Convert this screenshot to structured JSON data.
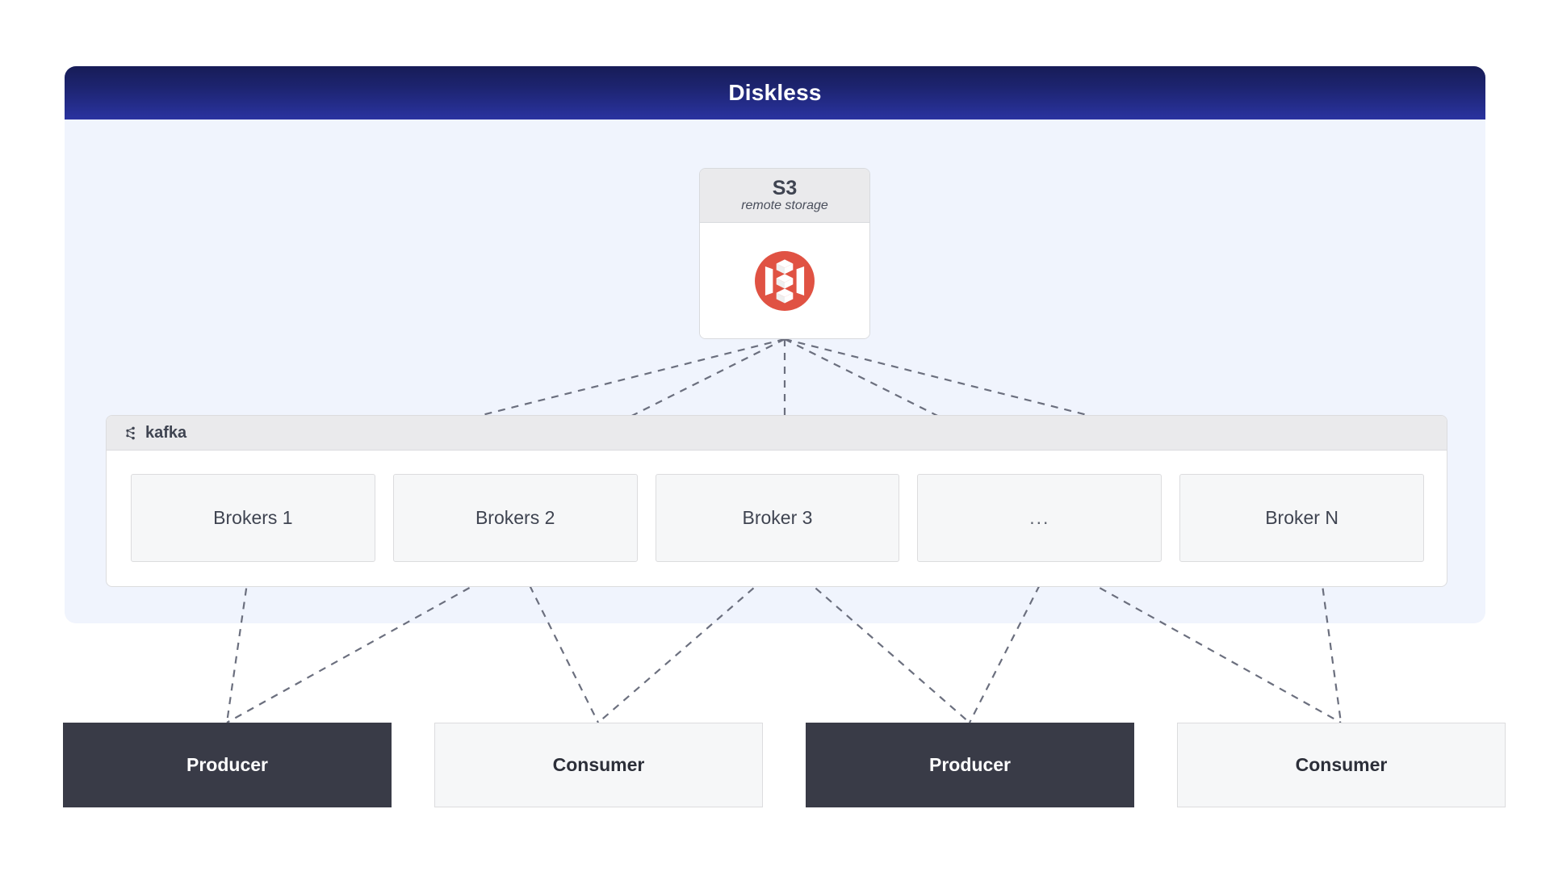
{
  "panel": {
    "title": "Diskless",
    "header_gradient_from": "#171c57",
    "header_gradient_to": "#2a33a0",
    "body_color": "#f0f4fd"
  },
  "storage": {
    "title": "S3",
    "subtitle": "remote storage",
    "icon": "aws-s3-bucket-icon",
    "icon_color": "#e05243"
  },
  "cluster": {
    "icon": "kafka-icon",
    "name": "kafka",
    "brokers": [
      {
        "label": "Brokers 1"
      },
      {
        "label": "Brokers 2"
      },
      {
        "label": "Broker 3"
      },
      {
        "label": "..."
      },
      {
        "label": "Broker N"
      }
    ]
  },
  "clients": [
    {
      "label": "Producer",
      "role": "producer",
      "color": "#393b47"
    },
    {
      "label": "Consumer",
      "role": "consumer",
      "color": "#f6f7f8"
    },
    {
      "label": "Producer",
      "role": "producer",
      "color": "#393b47"
    },
    {
      "label": "Consumer",
      "role": "consumer",
      "color": "#f6f7f8"
    }
  ],
  "connections": {
    "style": "dashed",
    "color": "#6b6f7e",
    "storage_to_brokers": [
      {
        "from": "S3",
        "to": "Brokers 1"
      },
      {
        "from": "S3",
        "to": "Brokers 2"
      },
      {
        "from": "S3",
        "to": "Broker 3"
      },
      {
        "from": "S3",
        "to": "..."
      },
      {
        "from": "S3",
        "to": "Broker N"
      }
    ],
    "brokers_to_clients": [
      {
        "from": "Brokers 1",
        "to": "Producer"
      },
      {
        "from": "Brokers 2",
        "to": "Producer"
      },
      {
        "from": "Brokers 2",
        "to": "Consumer"
      },
      {
        "from": "Broker 3",
        "to": "Consumer"
      },
      {
        "from": "Broker 3",
        "to": "Producer"
      },
      {
        "from": "...",
        "to": "Producer"
      },
      {
        "from": "...",
        "to": "Consumer"
      },
      {
        "from": "Broker N",
        "to": "Consumer"
      }
    ]
  }
}
